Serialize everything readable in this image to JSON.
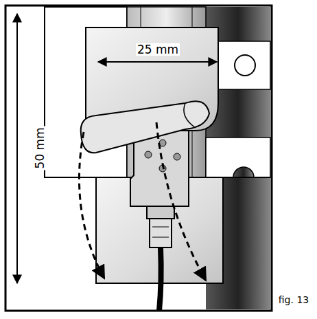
{
  "diagram": {
    "caption": "fig. 13",
    "labels": [
      "25 mm",
      "50 mm"
    ]
  }
}
